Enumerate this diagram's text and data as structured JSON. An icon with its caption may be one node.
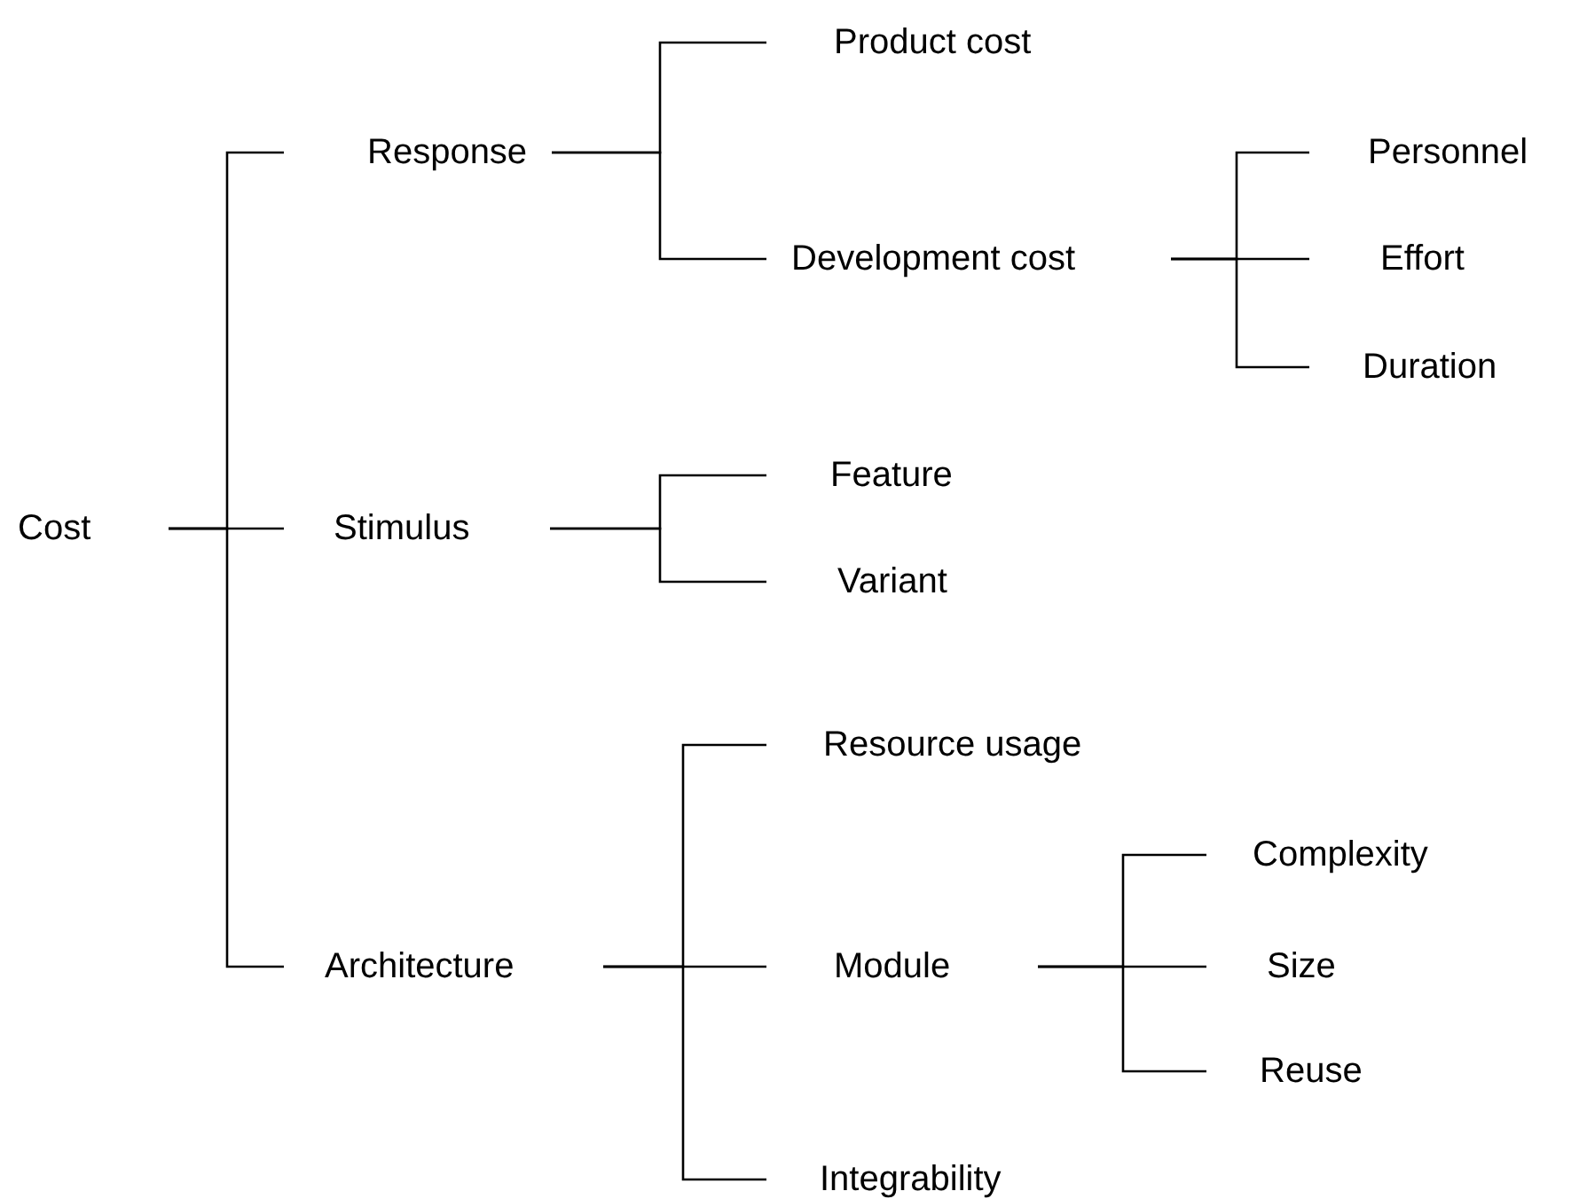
{
  "diagram": {
    "nodes": [
      {
        "text": [
          "Cost"
        ]
      },
      {
        "text": [
          "Response"
        ]
      },
      {
        "text": [
          "Product cost"
        ]
      },
      {
        "text": [
          "Development cost"
        ]
      },
      {
        "text": [
          "Personnel"
        ]
      },
      {
        "text": [
          "Effort"
        ]
      },
      {
        "text": [
          "Duration"
        ]
      },
      {
        "text": [
          "Stimulus"
        ]
      },
      {
        "text": [
          "Feature"
        ]
      },
      {
        "text": [
          "Variant"
        ]
      },
      {
        "text": [
          "Architecture"
        ]
      },
      {
        "text": [
          "Resource usage"
        ]
      },
      {
        "text": [
          "Module"
        ]
      },
      {
        "text": [
          "Complexity"
        ]
      },
      {
        "text": [
          "Size"
        ]
      },
      {
        "text": [
          "Reuse"
        ]
      },
      {
        "text": [
          "Integrability"
        ]
      }
    ],
    "edges": [
      {
        "from": 0,
        "to": 1,
        "arrow": "none"
      },
      {
        "from": 0,
        "to": 7,
        "arrow": "none"
      },
      {
        "from": 0,
        "to": 10,
        "arrow": "none"
      },
      {
        "from": 1,
        "to": 2,
        "arrow": "none"
      },
      {
        "from": 1,
        "to": 3,
        "arrow": "none"
      },
      {
        "from": 3,
        "to": 4,
        "arrow": "none"
      },
      {
        "from": 3,
        "to": 5,
        "arrow": "none"
      },
      {
        "from": 3,
        "to": 6,
        "arrow": "none"
      },
      {
        "from": 7,
        "to": 8,
        "arrow": "none"
      },
      {
        "from": 7,
        "to": 9,
        "arrow": "none"
      },
      {
        "from": 10,
        "to": 11,
        "arrow": "none"
      },
      {
        "from": 10,
        "to": 12,
        "arrow": "none"
      },
      {
        "from": 10,
        "to": 16,
        "arrow": "none"
      },
      {
        "from": 12,
        "to": 13,
        "arrow": "none"
      },
      {
        "from": 12,
        "to": 14,
        "arrow": "none"
      },
      {
        "from": 12,
        "to": 15,
        "arrow": "none"
      }
    ]
  }
}
